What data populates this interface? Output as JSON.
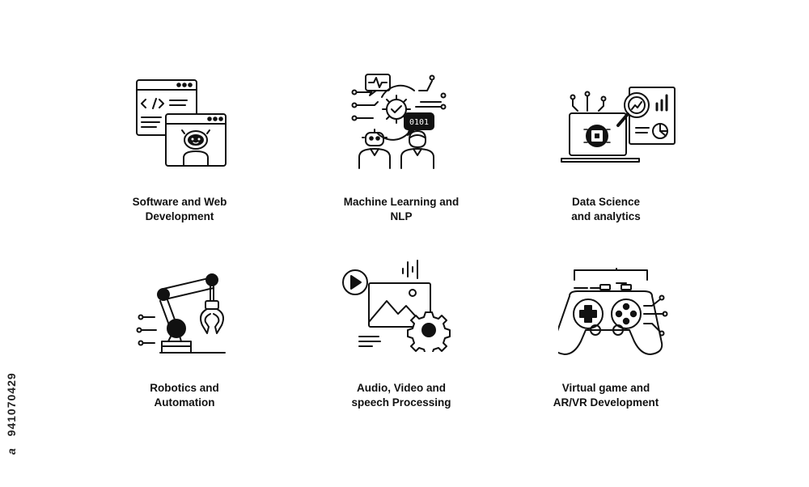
{
  "items": [
    {
      "line1": "Software and Web",
      "line2": "Development"
    },
    {
      "line1": "Machine Learning and",
      "line2": "NLP"
    },
    {
      "line1": "Data Science",
      "line2": "and analytics"
    },
    {
      "line1": "Robotics and",
      "line2": "Automation"
    },
    {
      "line1": "Audio, Video and",
      "line2": "speech Processing"
    },
    {
      "line1": "Virtual game and",
      "line2": "AR/VR Development"
    }
  ],
  "icons": [
    "code-window-robot-icon",
    "ml-nlp-network-icon",
    "data-analytics-laptop-icon",
    "robotic-arm-icon",
    "media-processing-icon",
    "gamepad-icon"
  ],
  "stock_id": "941070429",
  "watermark_prefix": "a",
  "colors": {
    "ink": "#111111",
    "background": "#ffffff"
  }
}
